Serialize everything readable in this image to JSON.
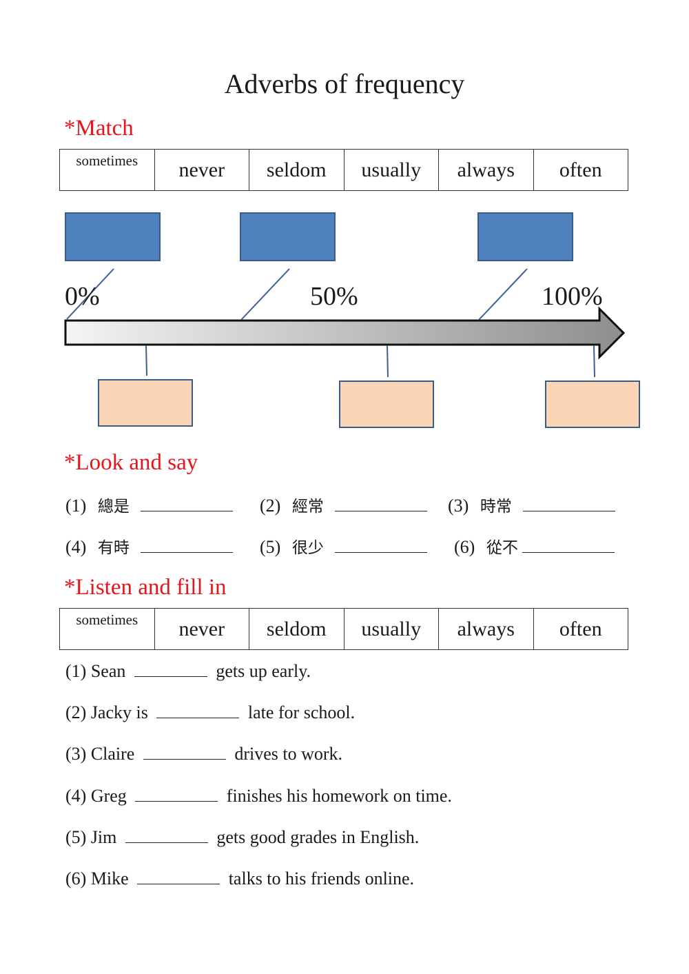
{
  "title": "Adverbs of frequency",
  "sections": {
    "match": "*Match",
    "look_and_say": "*Look and say",
    "listen": "*Listen and fill in"
  },
  "word_bank": [
    "sometimes",
    "never",
    "seldom",
    "usually",
    "always",
    "often"
  ],
  "scale_labels": {
    "start": "0%",
    "middle": "50%",
    "end": "100%"
  },
  "colors": {
    "heading": "#e8141b",
    "blue_box": "#4f81bd",
    "peach_box": "#fbd5b5"
  },
  "look_and_say": [
    {
      "num": "(1)",
      "word": "總是"
    },
    {
      "num": "(2)",
      "word": "經常"
    },
    {
      "num": "(3)",
      "word": "時常"
    },
    {
      "num": "(4)",
      "word": "有時"
    },
    {
      "num": "(5)",
      "word": "很少"
    },
    {
      "num": "(6)",
      "word": "從不"
    }
  ],
  "sentences": [
    {
      "start": "(1) Sean",
      "end": "gets up early."
    },
    {
      "start": "(2) Jacky is",
      "end": "late for school."
    },
    {
      "start": "(3) Claire",
      "end": "drives to work."
    },
    {
      "start": "(4) Greg",
      "end": "finishes his homework on time."
    },
    {
      "start": "(5) Jim",
      "end": "gets good grades in English."
    },
    {
      "start": "(6) Mike",
      "end": "talks to his friends online."
    }
  ]
}
